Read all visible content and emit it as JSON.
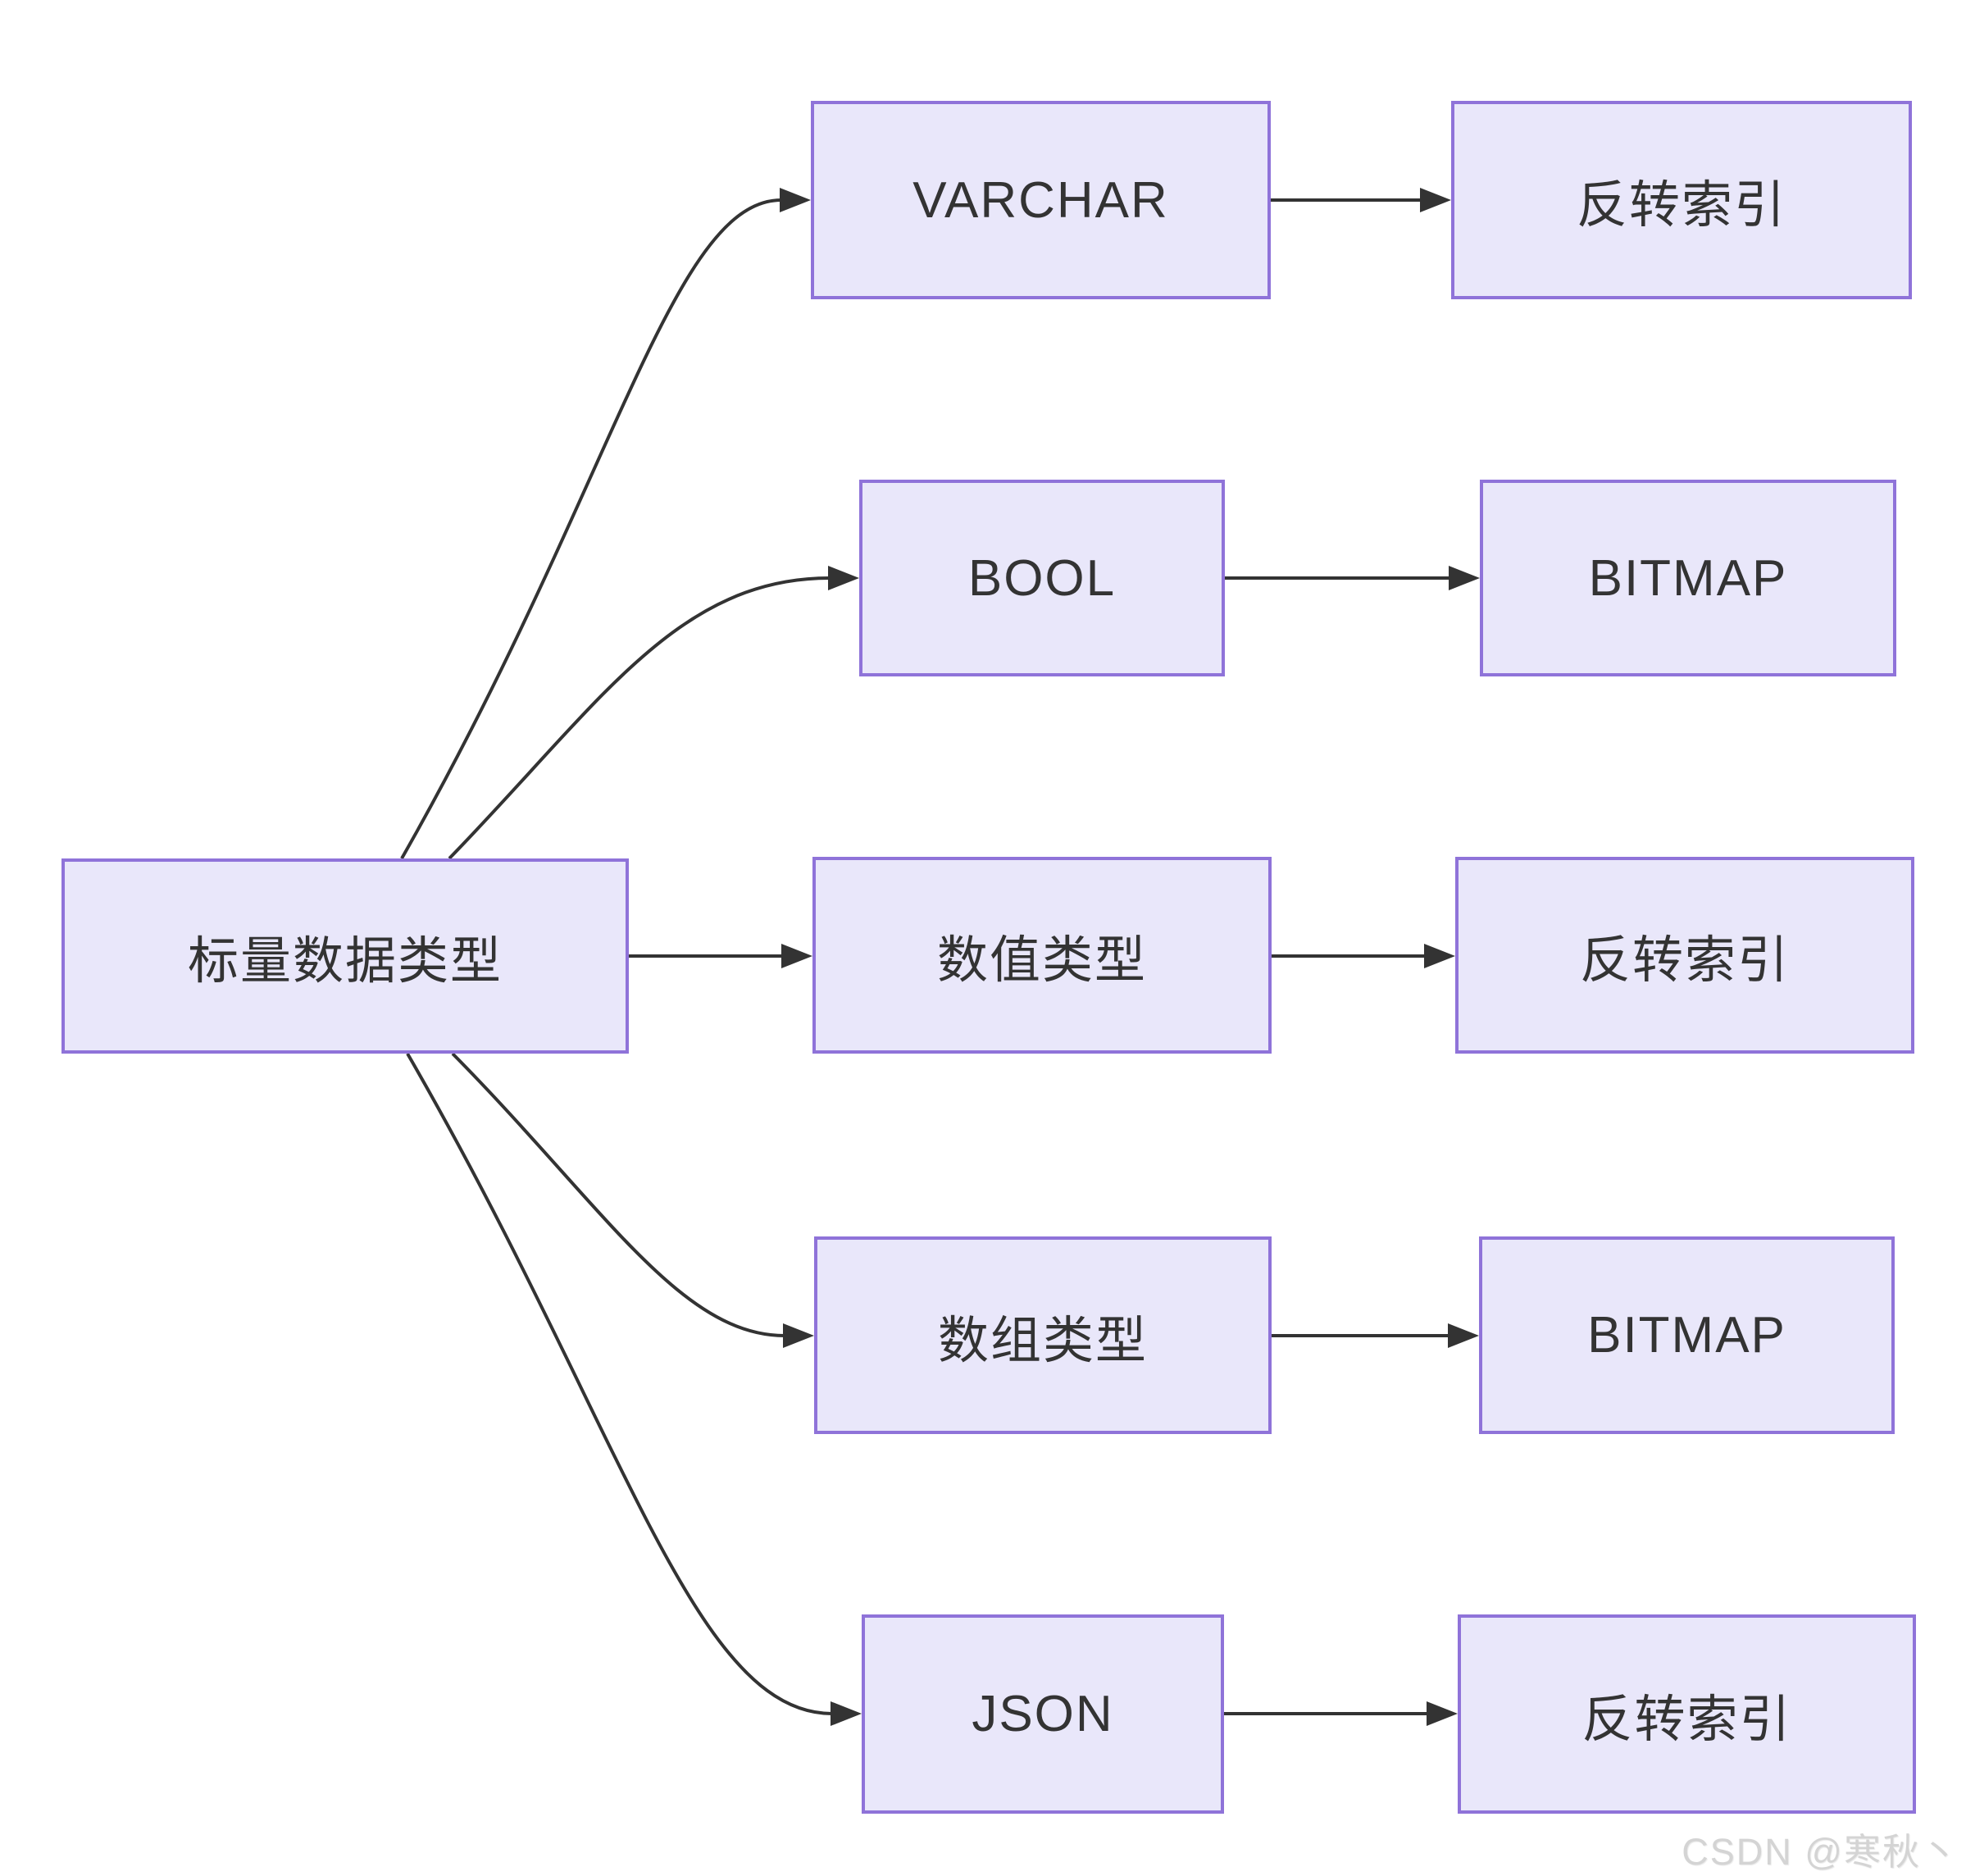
{
  "diagram": {
    "title": "scalar-data-type-to-index-type-flowchart",
    "root": {
      "label": "标量数据类型"
    },
    "branches": [
      {
        "type": {
          "label": "VARCHAR"
        },
        "index": {
          "label": "反转索引"
        }
      },
      {
        "type": {
          "label": "BOOL"
        },
        "index": {
          "label": "BITMAP"
        }
      },
      {
        "type": {
          "label": "数值类型"
        },
        "index": {
          "label": "反转索引"
        }
      },
      {
        "type": {
          "label": "数组类型"
        },
        "index": {
          "label": "BITMAP"
        }
      },
      {
        "type": {
          "label": "JSON"
        },
        "index": {
          "label": "反转索引"
        }
      }
    ],
    "colors": {
      "node_fill": "#e9e7fa",
      "node_border": "#8f73d9",
      "text": "#333333",
      "arrow": "#333333",
      "background": "#ffffff",
      "watermark": "#d4d4d4"
    }
  },
  "watermark": {
    "text": "CSDN @寒秋丶"
  }
}
